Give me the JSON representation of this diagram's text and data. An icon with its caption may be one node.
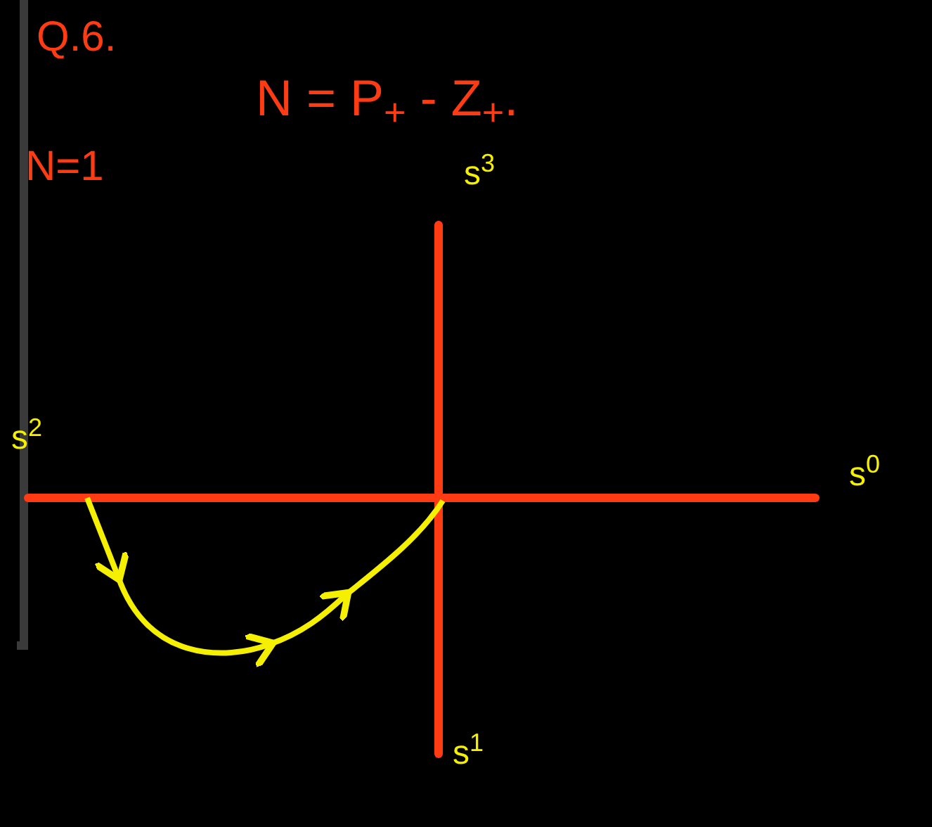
{
  "diagram": {
    "title": "Q.6.",
    "labels": [
      "N = P$_{+}$ - Z$_{+}$.",
      "N=1",
      "s$^{3}$",
      "s$^{2}$",
      "s$^{0}$",
      "s$^{1}$"
    ]
  }
}
